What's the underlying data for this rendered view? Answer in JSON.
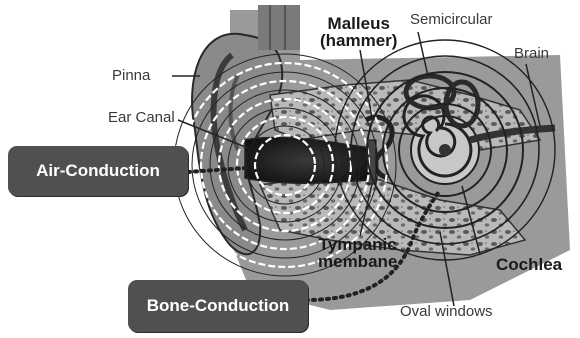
{
  "labels": {
    "pinna": "Pinna",
    "ear_canal": "Ear Canal",
    "malleus": [
      "Malleus",
      "(hammer)"
    ],
    "semicircular": "Semicircular",
    "brain": "Brain",
    "tympanic": [
      "Tympanic",
      "membane"
    ],
    "cochlea": "Cochlea",
    "oval_windows": "Oval windows"
  },
  "boxes": {
    "air": "Air-Conduction",
    "bone": "Bone-Conduction"
  }
}
